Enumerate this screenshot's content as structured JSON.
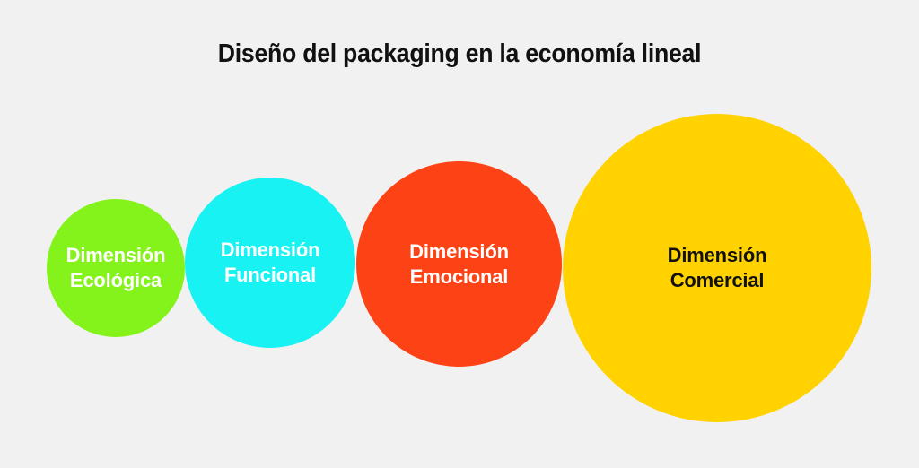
{
  "diagram": {
    "title": "Diseño del packaging en la economía lineal",
    "circles": [
      {
        "line1": "Dimensión",
        "line2": "Ecológica",
        "color": "#84f21b",
        "text_color": "#ffffff"
      },
      {
        "line1": "Dimensión",
        "line2": "Funcional",
        "color": "#19f2f2",
        "text_color": "#ffffff"
      },
      {
        "line1": "Dimensión",
        "line2": "Emocional",
        "color": "#fd4315",
        "text_color": "#ffffff"
      },
      {
        "line1": "Dimensión",
        "line2": "Comercial",
        "color": "#ffd200",
        "text_color": "#111111"
      }
    ]
  }
}
